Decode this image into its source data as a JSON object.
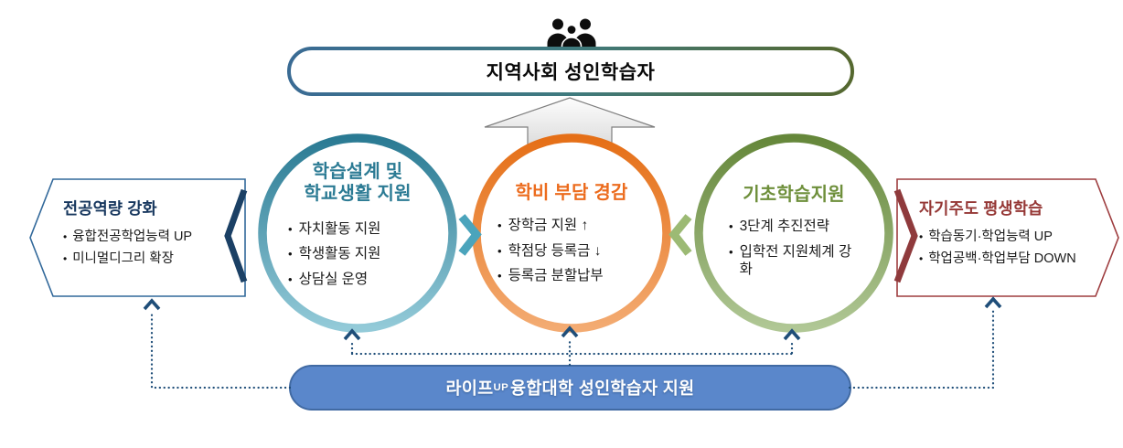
{
  "ui": {
    "bullet_char": "•"
  },
  "colors": {
    "teal_circle": "#2d7c94",
    "orange_circle": "#e5701a",
    "green_circle": "#68893b",
    "navy_accent": "#17375e",
    "dark_red_accent": "#953735",
    "banner_fill": "#5a87cb",
    "banner_border": "#416aa3",
    "top_pill_border_left": "#3a6b94",
    "top_pill_border_right": "#55682f",
    "connector": "#1f4e79"
  },
  "top_pill": {
    "icon": "people-icon",
    "title": "지역사회 성인학습자"
  },
  "circles": [
    {
      "id": "learning-design",
      "title_line1": "학습설계 및",
      "title_line2": "학교생활 지원",
      "bullets": [
        "자치활동 지원",
        "학생활동 지원",
        "상담실 운영"
      ]
    },
    {
      "id": "tuition-burden",
      "title_line1": "학비 부담 경감",
      "title_line2": "",
      "bullets": [
        "장학금 지원 ↑",
        "학점당 등록금 ↓",
        "등록금 분할납부"
      ]
    },
    {
      "id": "basic-learning",
      "title_line1": "기초학습지원",
      "title_line2": "",
      "bullets": [
        "3단계 추진전략",
        "입학전 지원체계 강화"
      ]
    }
  ],
  "left_box": {
    "title": "전공역량 강화",
    "bullets": [
      "융합전공학업능력 UP",
      "미니멀디그리 확장"
    ]
  },
  "right_box": {
    "title": "자기주도 평생학습",
    "bullets": [
      "학습동기·학업능력 UP",
      "학업공백·학업부담 DOWN"
    ]
  },
  "bottom_banner": {
    "prefix": "라이프",
    "sup": "UP",
    "rest": " 융합대학 성인학습자 지원"
  }
}
